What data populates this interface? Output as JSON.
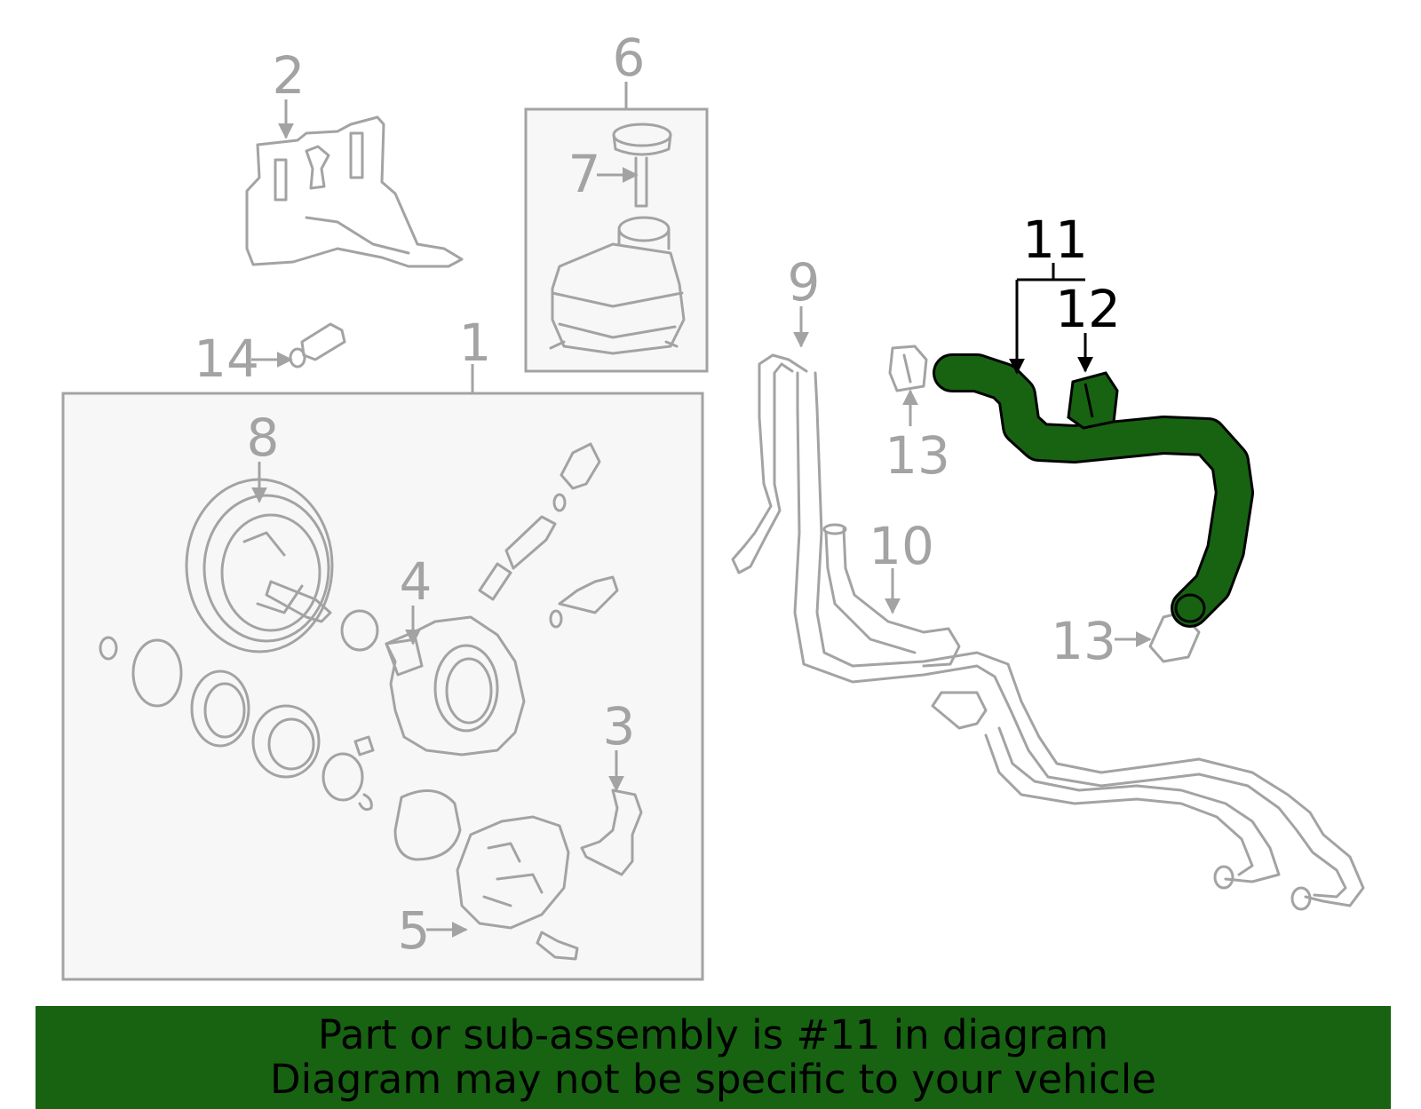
{
  "colors": {
    "line": "#a3a3a3",
    "box_fill": "#f7f7f7",
    "highlight": "#176312",
    "highlight_label": "#000000",
    "banner": "#176312",
    "banner_text": "#000000"
  },
  "callouts": {
    "c1": "1",
    "c2": "2",
    "c3": "3",
    "c4": "4",
    "c5": "5",
    "c6": "6",
    "c7": "7",
    "c8": "8",
    "c9": "9",
    "c10": "10",
    "c11": "11",
    "c12": "12",
    "c13a": "13",
    "c13b": "13",
    "c14": "14"
  },
  "banner": {
    "line1": "Part or sub-assembly is #11 in diagram",
    "line2": "Diagram may not be specific to your vehicle"
  }
}
